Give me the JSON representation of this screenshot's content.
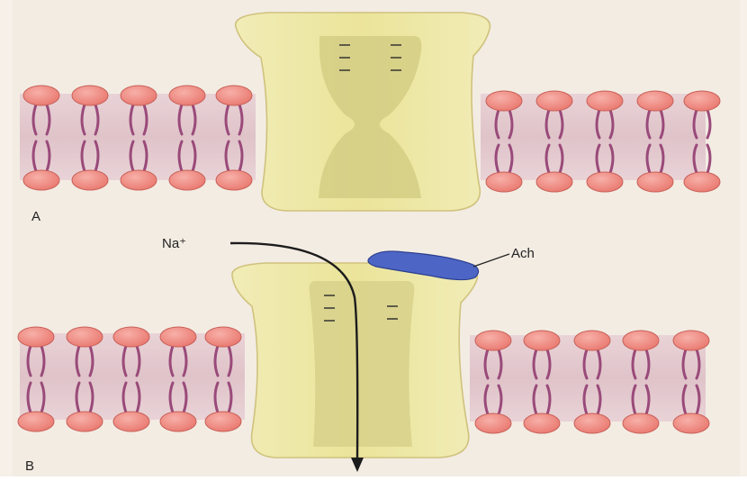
{
  "panels": {
    "a": {
      "label": "A"
    },
    "b": {
      "label": "B"
    }
  },
  "ion_label": "Na⁺",
  "ligand_label": "Ach",
  "colors": {
    "paper": "#f4ece4",
    "membrane_band": "#e6cdd2",
    "lipid_head": "#f08c84",
    "lipid_head_edge": "#c76058",
    "lipid_tail": "#9a4a7a",
    "channel_fill": "#efeaa8",
    "channel_pore": "#c9c67a",
    "channel_edge": "#cdbf7a",
    "ach_fill": "#4e68c8",
    "arrow": "#222222"
  }
}
